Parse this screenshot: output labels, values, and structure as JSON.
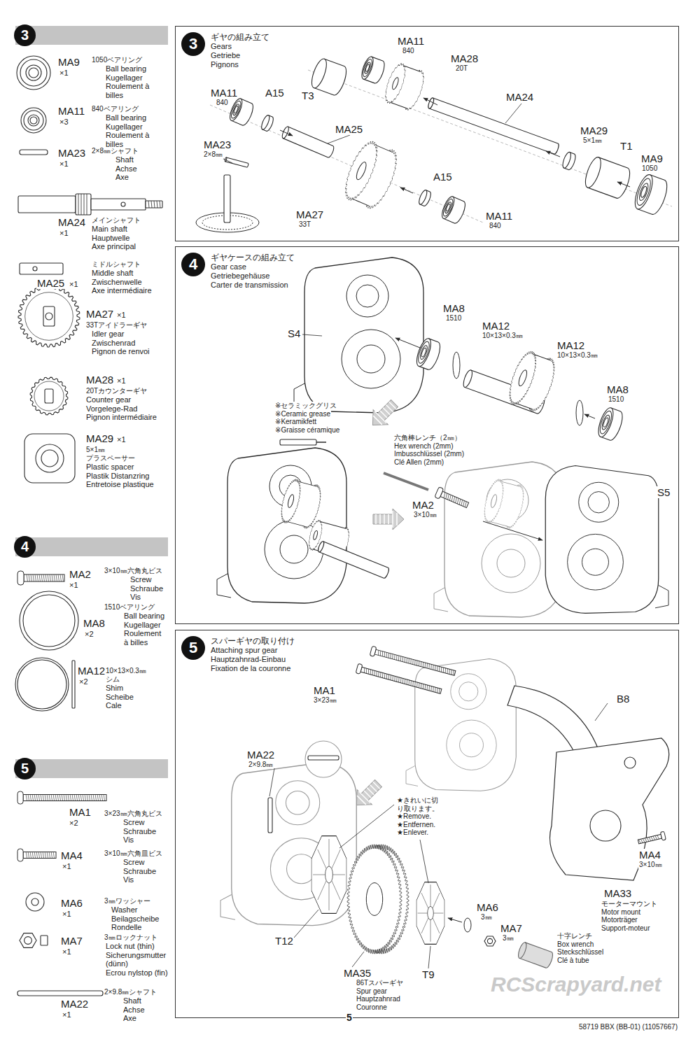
{
  "diagram": {
    "nodes": [
      {
        "text": [
          "3"
        ]
      },
      {
        "text": [
          "3",
          "ギヤの組み立て",
          "Gears",
          "Getriebe",
          "Pignons"
        ]
      },
      {
        "text": [
          "4",
          "ギヤケースの組み立て",
          "Gear case",
          "Getriebegehäuse",
          "Carter de transmission"
        ]
      },
      {
        "text": [
          "4"
        ]
      },
      {
        "text": [
          "5",
          "スパーギヤの取り付け",
          "Attaching spur gear",
          "Hauptzahnrad-Einbau",
          "Fixation de la couronne"
        ]
      },
      {
        "text": [
          "5"
        ]
      }
    ],
    "labels": [
      "MA9",
      "×1",
      "1050ベアリング",
      "Ball bearing",
      "Kugellager",
      "Roulement à billes",
      "MA11",
      "×3",
      "840ベアリング",
      "Ball bearing",
      "Kugellager",
      "Roulement à billes",
      "MA23",
      "×1",
      "2×8㎜シャフト",
      "Shaft",
      "Achse",
      "Axe",
      "MA24",
      "×1",
      "メインシャフト",
      "Main shaft",
      "Hauptwelle",
      "Axe principal",
      "ミドルシャフト",
      "Middle shaft",
      "Zwischenwelle",
      "Axe intermédiaire",
      "MA25",
      "×1",
      "MA27",
      "×1",
      "33Tアイドラーギヤ",
      "Idler gear",
      "Zwischenrad",
      "Pignon de renvoi",
      "MA28",
      "×1",
      "20Tカウンターギヤ",
      "Counter gear",
      "Vorgelege-Rad",
      "Pignon intermédiaire",
      "MA29",
      "×1",
      "5×1㎜",
      "プラスペーサー",
      "Plastic spacer",
      "Plastik Distanzring",
      "Entretoise plastique",
      "MA2",
      "×1",
      "3×10㎜六角丸ビス",
      "Screw",
      "Schraube",
      "Vis",
      "MA8",
      "×2",
      "1510ベアリング",
      "Ball bearing",
      "Kugellager",
      "Roulement à billes",
      "MA12",
      "×2",
      "10×13×0.3㎜",
      "シム",
      "Shim",
      "Scheibe",
      "Cale",
      "MA1",
      "×2",
      "3×23㎜六角丸ビス",
      "Screw",
      "Schraube",
      "Vis",
      "MA4",
      "×1",
      "3×10㎜六角皿ビス",
      "Screw",
      "Schraube",
      "Vis",
      "MA6",
      "×1",
      "3㎜ワッシャー",
      "Washer",
      "Beilagscheibe",
      "Rondelle",
      "MA7",
      "×1",
      "3㎜ロックナット（薄）",
      "Lock nut (thin)",
      "Sicherungsmutter (dünn)",
      "Ecrou nylstop (fin)",
      "MA22",
      "×1",
      "2×9.8㎜シャフト",
      "Shaft",
      "Achse",
      "Axe",
      "T3",
      "MA11",
      "840",
      "MA28",
      "20T",
      "MA24",
      "MA29",
      "5×1㎜",
      "T1",
      "MA9",
      "1050",
      "MA11",
      "840",
      "A15",
      "MA25",
      "MA23",
      "2×8㎜",
      "A15",
      "MA27",
      "33T",
      "MA11",
      "840",
      "S4",
      "MA8",
      "1510",
      "MA12",
      "10×13×0.3㎜",
      "MA12",
      "10×13×0.3㎜",
      "MA8",
      "1510",
      "※セラミックグリス",
      "※Ceramic grease",
      "※Keramikfett",
      "※Graisse céramique",
      "六角棒レンチ（2㎜）",
      "Hex wrench (2mm)",
      "Imbusschlüssel (2mm)",
      "Clé Allen (2mm)",
      "MA2",
      "3×10㎜",
      "S5",
      "MA1",
      "3×23㎜",
      "B8",
      "MA22",
      "2×9.8㎜",
      "★きれいに切り取ります。",
      "★Remove.",
      "★Entfernen.",
      "★Enlever.",
      "MA4",
      "3×10㎜",
      "MA33",
      "モーターマウント",
      "Motor mount",
      "Motorträger",
      "Support-moteur",
      "MA6",
      "3㎜",
      "MA7",
      "3㎜",
      "十字レンチ",
      "Box wrench",
      "Steckschlüssel",
      "Clé à tube",
      "T12",
      "MA35",
      "86Tスパーギヤ",
      "Spur gear",
      "Hauptzahnrad",
      "Couronne",
      "T9",
      "5",
      "58719 BBX (BB-01) (11057667)",
      "RCScrapyard.net"
    ]
  }
}
